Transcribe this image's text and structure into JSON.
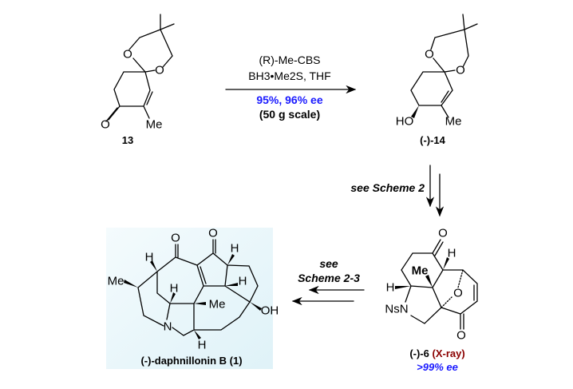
{
  "compounds": {
    "c13": {
      "label": "13",
      "atoms": {
        "o1": "O",
        "o2": "O",
        "ketone_o": "O",
        "me": "Me"
      }
    },
    "c14": {
      "label": "(-)-14",
      "atoms": {
        "o1": "O",
        "o2": "O",
        "ho": "HO",
        "me": "Me"
      }
    },
    "c6": {
      "label": "(-)-6",
      "xray": "(X-ray)",
      "ee": ">99% ee",
      "atoms": {
        "o_top": "O",
        "h_top": "H",
        "me": "Me",
        "h_left": "H",
        "nsn": "NsN",
        "o_bridge": "O",
        "o_bottom": "O"
      }
    },
    "c1": {
      "label": "(-)-daphnillonin B (1)",
      "atoms": {
        "o1": "O",
        "o2": "O",
        "h1": "H",
        "h2": "H",
        "h3": "H",
        "h4": "H",
        "h5": "H",
        "me1": "Me",
        "me2": "Me",
        "n": "N",
        "oh": "OH"
      }
    }
  },
  "step1": {
    "reagent1": "(R)-Me-CBS",
    "reagent2": "BH3•Me2S, THF",
    "yield": "95%, 96% ee",
    "scale": "(50 g scale)"
  },
  "step2": {
    "note": "see Scheme 2"
  },
  "step3": {
    "note_line1": "see",
    "note_line2": "Scheme 2-3"
  },
  "colors": {
    "highlight_blue": "#1a1aff",
    "xray_red": "#8b0000",
    "box_bg": "#e9f7fb"
  }
}
